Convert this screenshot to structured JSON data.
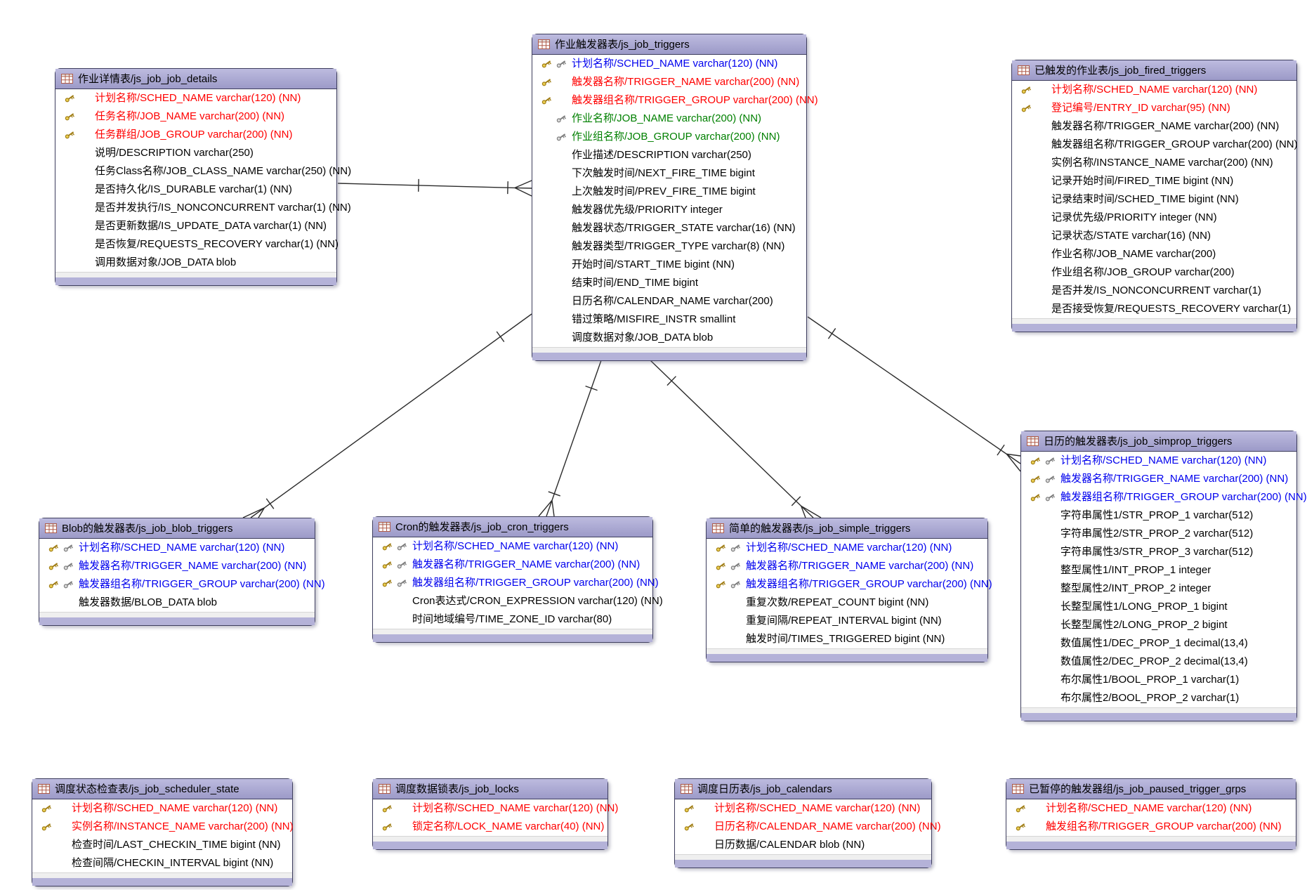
{
  "diagram": {
    "type": "er-diagram",
    "colors": {
      "red": "#ff0000",
      "blue": "#0000ee",
      "green": "#008000",
      "black": "#000000",
      "header": "#a3a1cd",
      "line": "#2b2b2b"
    },
    "icons": {
      "pk": "gold-key",
      "fk": "silver-key",
      "table": "table-grid"
    },
    "tables": [
      {
        "id": "js_job_job_details",
        "title": "作业详情表/js_job_job_details",
        "rows": [
          {
            "keys": [
              "pk"
            ],
            "color": "red",
            "text": "计划名称/SCHED_NAME varchar(120) (NN)"
          },
          {
            "keys": [
              "pk"
            ],
            "color": "red",
            "text": "任务名称/JOB_NAME varchar(200) (NN)"
          },
          {
            "keys": [
              "pk"
            ],
            "color": "red",
            "text": "任务群组/JOB_GROUP varchar(200) (NN)"
          },
          {
            "keys": [],
            "color": "black",
            "text": "说明/DESCRIPTION varchar(250)"
          },
          {
            "keys": [],
            "color": "black",
            "text": "任务Class名称/JOB_CLASS_NAME varchar(250) (NN)"
          },
          {
            "keys": [],
            "color": "black",
            "text": "是否持久化/IS_DURABLE varchar(1) (NN)"
          },
          {
            "keys": [],
            "color": "black",
            "text": "是否并发执行/IS_NONCONCURRENT varchar(1) (NN)"
          },
          {
            "keys": [],
            "color": "black",
            "text": "是否更新数据/IS_UPDATE_DATA varchar(1) (NN)"
          },
          {
            "keys": [],
            "color": "black",
            "text": "是否恢复/REQUESTS_RECOVERY varchar(1) (NN)"
          },
          {
            "keys": [],
            "color": "black",
            "text": "调用数据对象/JOB_DATA blob"
          }
        ]
      },
      {
        "id": "js_job_triggers",
        "title": "作业触发器表/js_job_triggers",
        "rows": [
          {
            "keys": [
              "pk",
              "fk"
            ],
            "color": "blue",
            "text": "计划名称/SCHED_NAME varchar(120) (NN)"
          },
          {
            "keys": [
              "pk"
            ],
            "color": "red",
            "text": "触发器名称/TRIGGER_NAME varchar(200) (NN)"
          },
          {
            "keys": [
              "pk"
            ],
            "color": "red",
            "text": "触发器组名称/TRIGGER_GROUP varchar(200) (NN)"
          },
          {
            "keys": [
              "fk"
            ],
            "color": "green",
            "text": "作业名称/JOB_NAME varchar(200) (NN)"
          },
          {
            "keys": [
              "fk"
            ],
            "color": "green",
            "text": "作业组名称/JOB_GROUP varchar(200) (NN)"
          },
          {
            "keys": [],
            "color": "black",
            "text": "作业描述/DESCRIPTION varchar(250)"
          },
          {
            "keys": [],
            "color": "black",
            "text": "下次触发时间/NEXT_FIRE_TIME bigint"
          },
          {
            "keys": [],
            "color": "black",
            "text": "上次触发时间/PREV_FIRE_TIME bigint"
          },
          {
            "keys": [],
            "color": "black",
            "text": "触发器优先级/PRIORITY integer"
          },
          {
            "keys": [],
            "color": "black",
            "text": "触发器状态/TRIGGER_STATE varchar(16) (NN)"
          },
          {
            "keys": [],
            "color": "black",
            "text": "触发器类型/TRIGGER_TYPE varchar(8) (NN)"
          },
          {
            "keys": [],
            "color": "black",
            "text": "开始时间/START_TIME bigint (NN)"
          },
          {
            "keys": [],
            "color": "black",
            "text": "结束时间/END_TIME bigint"
          },
          {
            "keys": [],
            "color": "black",
            "text": "日历名称/CALENDAR_NAME varchar(200)"
          },
          {
            "keys": [],
            "color": "black",
            "text": "错过策略/MISFIRE_INSTR smallint"
          },
          {
            "keys": [],
            "color": "black",
            "text": "调度数据对象/JOB_DATA blob"
          }
        ]
      },
      {
        "id": "js_job_fired_triggers",
        "title": "已触发的作业表/js_job_fired_triggers",
        "rows": [
          {
            "keys": [
              "pk"
            ],
            "color": "red",
            "text": "计划名称/SCHED_NAME varchar(120) (NN)"
          },
          {
            "keys": [
              "pk"
            ],
            "color": "red",
            "text": "登记编号/ENTRY_ID varchar(95) (NN)"
          },
          {
            "keys": [],
            "color": "black",
            "text": "触发器名称/TRIGGER_NAME varchar(200) (NN)"
          },
          {
            "keys": [],
            "color": "black",
            "text": "触发器组名称/TRIGGER_GROUP varchar(200) (NN)"
          },
          {
            "keys": [],
            "color": "black",
            "text": "实例名称/INSTANCE_NAME varchar(200) (NN)"
          },
          {
            "keys": [],
            "color": "black",
            "text": "记录开始时间/FIRED_TIME bigint (NN)"
          },
          {
            "keys": [],
            "color": "black",
            "text": "记录结束时间/SCHED_TIME bigint (NN)"
          },
          {
            "keys": [],
            "color": "black",
            "text": "记录优先级/PRIORITY integer (NN)"
          },
          {
            "keys": [],
            "color": "black",
            "text": "记录状态/STATE varchar(16) (NN)"
          },
          {
            "keys": [],
            "color": "black",
            "text": "作业名称/JOB_NAME varchar(200)"
          },
          {
            "keys": [],
            "color": "black",
            "text": "作业组名称/JOB_GROUP varchar(200)"
          },
          {
            "keys": [],
            "color": "black",
            "text": "是否并发/IS_NONCONCURRENT varchar(1)"
          },
          {
            "keys": [],
            "color": "black",
            "text": "是否接受恢复/REQUESTS_RECOVERY varchar(1)"
          }
        ]
      },
      {
        "id": "js_job_blob_triggers",
        "title": "Blob的触发器表/js_job_blob_triggers",
        "rows": [
          {
            "keys": [
              "pk",
              "fk"
            ],
            "color": "blue",
            "text": "计划名称/SCHED_NAME varchar(120) (NN)"
          },
          {
            "keys": [
              "pk",
              "fk"
            ],
            "color": "blue",
            "text": "触发器名称/TRIGGER_NAME varchar(200) (NN)"
          },
          {
            "keys": [
              "pk",
              "fk"
            ],
            "color": "blue",
            "text": "触发器组名称/TRIGGER_GROUP varchar(200) (NN)"
          },
          {
            "keys": [],
            "color": "black",
            "text": "触发器数据/BLOB_DATA blob"
          }
        ]
      },
      {
        "id": "js_job_cron_triggers",
        "title": "Cron的触发器表/js_job_cron_triggers",
        "rows": [
          {
            "keys": [
              "pk",
              "fk"
            ],
            "color": "blue",
            "text": "计划名称/SCHED_NAME varchar(120) (NN)"
          },
          {
            "keys": [
              "pk",
              "fk"
            ],
            "color": "blue",
            "text": "触发器名称/TRIGGER_NAME varchar(200) (NN)"
          },
          {
            "keys": [
              "pk",
              "fk"
            ],
            "color": "blue",
            "text": "触发器组名称/TRIGGER_GROUP varchar(200) (NN)"
          },
          {
            "keys": [],
            "color": "black",
            "text": "Cron表达式/CRON_EXPRESSION varchar(120) (NN)"
          },
          {
            "keys": [],
            "color": "black",
            "text": "时间地域编号/TIME_ZONE_ID varchar(80)"
          }
        ]
      },
      {
        "id": "js_job_simple_triggers",
        "title": "简单的触发器表/js_job_simple_triggers",
        "rows": [
          {
            "keys": [
              "pk",
              "fk"
            ],
            "color": "blue",
            "text": "计划名称/SCHED_NAME varchar(120) (NN)"
          },
          {
            "keys": [
              "pk",
              "fk"
            ],
            "color": "blue",
            "text": "触发器名称/TRIGGER_NAME varchar(200) (NN)"
          },
          {
            "keys": [
              "pk",
              "fk"
            ],
            "color": "blue",
            "text": "触发器组名称/TRIGGER_GROUP varchar(200) (NN)"
          },
          {
            "keys": [],
            "color": "black",
            "text": "重复次数/REPEAT_COUNT bigint (NN)"
          },
          {
            "keys": [],
            "color": "black",
            "text": "重复间隔/REPEAT_INTERVAL bigint (NN)"
          },
          {
            "keys": [],
            "color": "black",
            "text": "触发时间/TIMES_TRIGGERED bigint (NN)"
          }
        ]
      },
      {
        "id": "js_job_simprop_triggers",
        "title": "日历的触发器表/js_job_simprop_triggers",
        "rows": [
          {
            "keys": [
              "pk",
              "fk"
            ],
            "color": "blue",
            "text": "计划名称/SCHED_NAME varchar(120) (NN)"
          },
          {
            "keys": [
              "pk",
              "fk"
            ],
            "color": "blue",
            "text": "触发器名称/TRIGGER_NAME varchar(200) (NN)"
          },
          {
            "keys": [
              "pk",
              "fk"
            ],
            "color": "blue",
            "text": "触发器组名称/TRIGGER_GROUP varchar(200) (NN)"
          },
          {
            "keys": [],
            "color": "black",
            "text": "字符串属性1/STR_PROP_1 varchar(512)"
          },
          {
            "keys": [],
            "color": "black",
            "text": "字符串属性2/STR_PROP_2 varchar(512)"
          },
          {
            "keys": [],
            "color": "black",
            "text": "字符串属性3/STR_PROP_3 varchar(512)"
          },
          {
            "keys": [],
            "color": "black",
            "text": "整型属性1/INT_PROP_1 integer"
          },
          {
            "keys": [],
            "color": "black",
            "text": "整型属性2/INT_PROP_2 integer"
          },
          {
            "keys": [],
            "color": "black",
            "text": "长整型属性1/LONG_PROP_1 bigint"
          },
          {
            "keys": [],
            "color": "black",
            "text": "长整型属性2/LONG_PROP_2 bigint"
          },
          {
            "keys": [],
            "color": "black",
            "text": "数值属性1/DEC_PROP_1 decimal(13,4)"
          },
          {
            "keys": [],
            "color": "black",
            "text": "数值属性2/DEC_PROP_2 decimal(13,4)"
          },
          {
            "keys": [],
            "color": "black",
            "text": "布尔属性1/BOOL_PROP_1 varchar(1)"
          },
          {
            "keys": [],
            "color": "black",
            "text": "布尔属性2/BOOL_PROP_2 varchar(1)"
          }
        ]
      },
      {
        "id": "js_job_scheduler_state",
        "title": "调度状态检查表/js_job_scheduler_state",
        "rows": [
          {
            "keys": [
              "pk"
            ],
            "color": "red",
            "text": "计划名称/SCHED_NAME varchar(120) (NN)"
          },
          {
            "keys": [
              "pk"
            ],
            "color": "red",
            "text": "实例名称/INSTANCE_NAME varchar(200) (NN)"
          },
          {
            "keys": [],
            "color": "black",
            "text": "检查时间/LAST_CHECKIN_TIME bigint (NN)"
          },
          {
            "keys": [],
            "color": "black",
            "text": "检查间隔/CHECKIN_INTERVAL bigint (NN)"
          }
        ]
      },
      {
        "id": "js_job_locks",
        "title": "调度数据锁表/js_job_locks",
        "rows": [
          {
            "keys": [
              "pk"
            ],
            "color": "red",
            "text": "计划名称/SCHED_NAME varchar(120) (NN)"
          },
          {
            "keys": [
              "pk"
            ],
            "color": "red",
            "text": "锁定名称/LOCK_NAME varchar(40) (NN)"
          }
        ]
      },
      {
        "id": "js_job_calendars",
        "title": "调度日历表/js_job_calendars",
        "rows": [
          {
            "keys": [
              "pk"
            ],
            "color": "red",
            "text": "计划名称/SCHED_NAME varchar(120) (NN)"
          },
          {
            "keys": [
              "pk"
            ],
            "color": "red",
            "text": "日历名称/CALENDAR_NAME varchar(200) (NN)"
          },
          {
            "keys": [],
            "color": "black",
            "text": "日历数据/CALENDAR blob (NN)"
          }
        ]
      },
      {
        "id": "js_job_paused_trigger_grps",
        "title": "已暂停的触发器组/js_job_paused_trigger_grps",
        "rows": [
          {
            "keys": [
              "pk"
            ],
            "color": "red",
            "text": "计划名称/SCHED_NAME varchar(120) (NN)"
          },
          {
            "keys": [
              "pk"
            ],
            "color": "red",
            "text": "触发组名称/TRIGGER_GROUP varchar(200) (NN)"
          }
        ]
      }
    ],
    "relationships": [
      {
        "from": "js_job_job_details",
        "to": "js_job_triggers",
        "type": "one-to-many"
      },
      {
        "from": "js_job_triggers",
        "to": "js_job_blob_triggers",
        "type": "one-to-many"
      },
      {
        "from": "js_job_triggers",
        "to": "js_job_cron_triggers",
        "type": "one-to-many"
      },
      {
        "from": "js_job_triggers",
        "to": "js_job_simple_triggers",
        "type": "one-to-many"
      },
      {
        "from": "js_job_triggers",
        "to": "js_job_simprop_triggers",
        "type": "one-to-many"
      }
    ]
  }
}
